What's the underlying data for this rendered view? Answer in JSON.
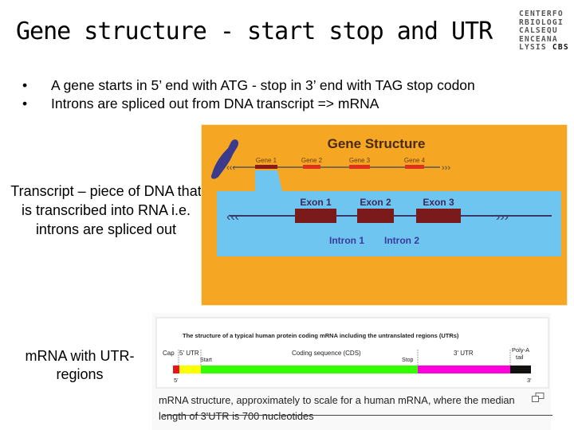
{
  "slide": {
    "title": "Gene structure - start stop and UTR",
    "logo": {
      "rows": [
        "CENTERFO",
        "RBIOLOGI",
        "CALSEQU",
        "ENCEANA"
      ],
      "last_row_prefix": "LYSIS",
      "last_row_brand": "CBS"
    },
    "bullets": [
      "A gene starts in 5’ end with ATG - stop in 3’ end with TAG stop codon",
      "Introns are spliced out from DNA transcript => mRNA"
    ],
    "bullet_symbol": "•",
    "caption_transcript": "Transcript – piece of DNA that is transcribed into RNA i.e. introns are spliced out",
    "caption_mrna": "mRNA with UTR-regions"
  },
  "gene_structure_figure": {
    "title": "Gene Structure",
    "genes": [
      "Gene 1",
      "Gene 2",
      "Gene 3",
      "Gene 4"
    ],
    "exons": [
      "Exon 1",
      "Exon 2",
      "Exon 3"
    ],
    "introns": [
      "Intron 1",
      "Intron 2"
    ],
    "colors": {
      "background": "#f5a623",
      "blue_panel": "#6ec6f0",
      "gene_1": "#8b1a1a",
      "gene_other": "#e0301e",
      "exon": "#7a1a1a"
    }
  },
  "mrna_figure": {
    "header": "The structure of a typical human protein coding mRNA including the untranslated regions (UTRs)",
    "labels": {
      "cap": "Cap",
      "utr5": "5' UTR",
      "cds": "Coding sequence (CDS)",
      "utr3": "3' UTR",
      "polya_line1": "Poly-A",
      "polya_line2": "tail",
      "start": "Start",
      "stop": "Stop",
      "end5": "5'",
      "end3": "3'"
    },
    "caption": "mRNA structure, approximately to scale for a human mRNA, where the median length of 3'UTR is 700 nucleotides",
    "colors": {
      "cap": "#e8141a",
      "utr5": "#ffff00",
      "cds": "#33ff00",
      "utr3": "#ff00dd",
      "polya": "#111111"
    }
  }
}
